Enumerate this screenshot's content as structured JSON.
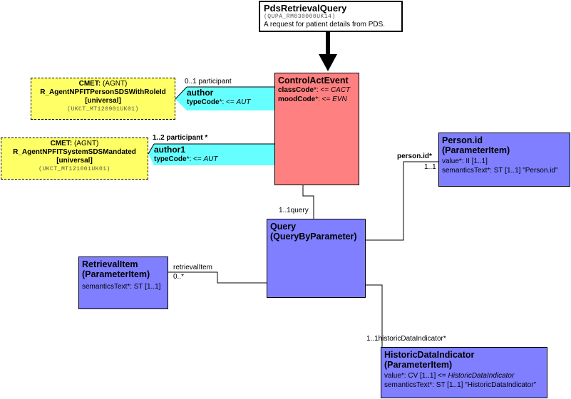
{
  "entry_point": {
    "title": "PdsRetrievalQuery",
    "code": "(QUPA_RM030000UK14)",
    "description": "A request for patient details from PDS."
  },
  "control_act_event": {
    "title": "ControlActEvent",
    "attributes": [
      {
        "name": "classCode",
        "suffix": "*: <= ",
        "value": "CACT"
      },
      {
        "name": "moodCode",
        "suffix": "*: <= ",
        "value": "EVN"
      }
    ]
  },
  "author": {
    "multiplicity": "0..1 participant",
    "name": "author",
    "type_name": "typeCode",
    "type_suffix": "*: <= ",
    "type_value": "AUT",
    "cmet": {
      "prefix": "CMET:",
      "group": " (AGNT)",
      "name": "R_AgentNPFITPersonSDSWithRoleId",
      "scope": "[universal]",
      "code": "(UKCT_MT120901UK01)"
    }
  },
  "author1": {
    "multiplicity": "1..2 participant  *",
    "name": "author1",
    "type_name": "typeCode",
    "type_suffix": "*: <= ",
    "type_value": "AUT",
    "cmet": {
      "prefix": "CMET:",
      "group": " (AGNT)",
      "name": "R_AgentNPFITSystemSDSMandated",
      "scope": "[universal]",
      "code": "(UKCT_MT121001UK01)"
    }
  },
  "query": {
    "title_line1": "Query",
    "title_line2": "(QueryByParameter)",
    "assoc_label": "1..1query"
  },
  "person_id": {
    "title_line1": "Person.id",
    "title_line2": "(ParameterItem)",
    "attributes": [
      "value*: II [1..1]",
      "semanticsText*: ST [1..1] \"Person.id\""
    ],
    "assoc_label": "person.id*",
    "assoc_mult": "1..1"
  },
  "retrieval_item": {
    "title_line1": "RetrievalItem",
    "title_line2": "(ParameterItem)",
    "attributes": [
      "semanticsText*: ST [1..1]"
    ],
    "assoc_label": "retrievalItem",
    "assoc_mult": "0..*"
  },
  "historic_data_indicator": {
    "title_line1": "HistoricDataIndicator",
    "title_line2": "(ParameterItem)",
    "attr1_prefix": "value*: CV [1..1] <= ",
    "attr1_vocab": "HistoricDataIndicator",
    "attr2": "semanticsText*: ST [1..1] \"HistoricDataIndicator\"",
    "assoc_label": "1..1historicDataIndicator*"
  },
  "colors": {
    "act": "#fe8080",
    "cmet": "#ffff66",
    "participation": "#66ffff",
    "class": "#7f7fff"
  }
}
